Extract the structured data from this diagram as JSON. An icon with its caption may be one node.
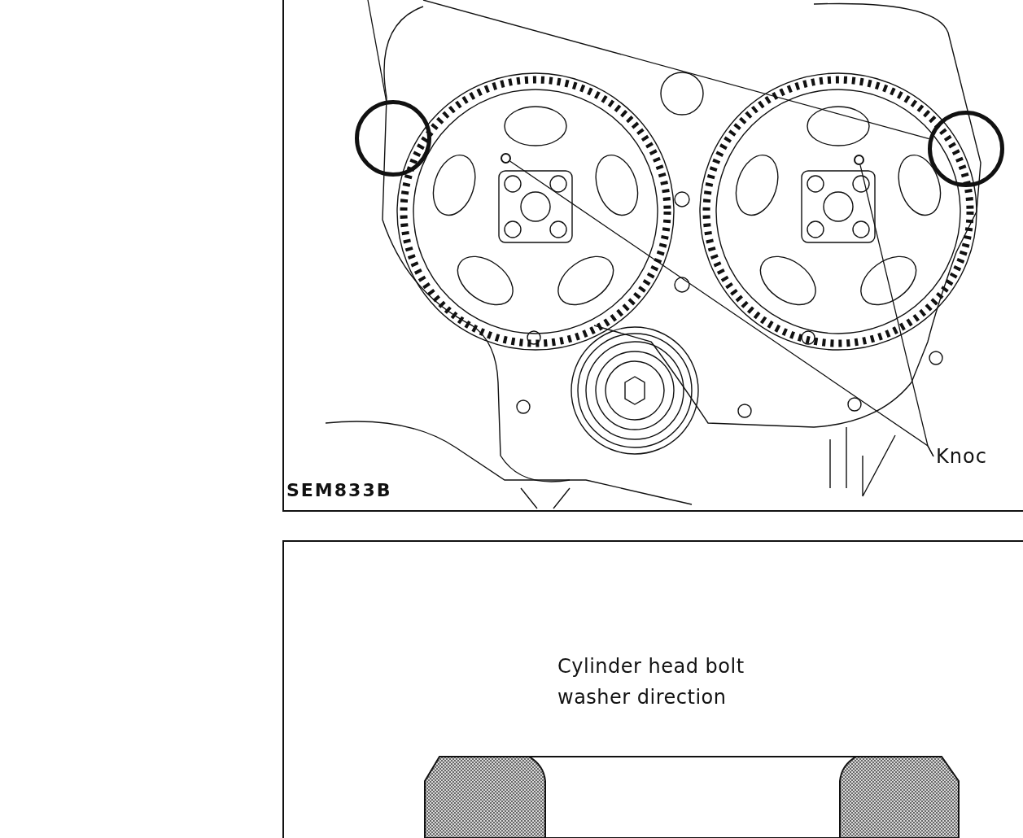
{
  "diagram": {
    "nodes": [
      {
        "text": [
          "Knoc"
        ]
      },
      {
        "text": [],
        "shape": "circle"
      },
      {
        "text": [],
        "shape": "circle"
      },
      {
        "text": [],
        "shape": "circle"
      },
      {
        "text": [],
        "shape": "circle"
      }
    ],
    "edges": [
      {
        "from": 0,
        "to": 2,
        "arrow": "none"
      },
      {
        "from": 0,
        "to": 3,
        "arrow": "none"
      },
      {
        "from": null,
        "to": 1,
        "arrow": "none"
      },
      {
        "from": null,
        "to": 4,
        "arrow": "none"
      }
    ],
    "labels": [
      "SEM833B",
      "Cylinder head bolt washer direction"
    ]
  }
}
